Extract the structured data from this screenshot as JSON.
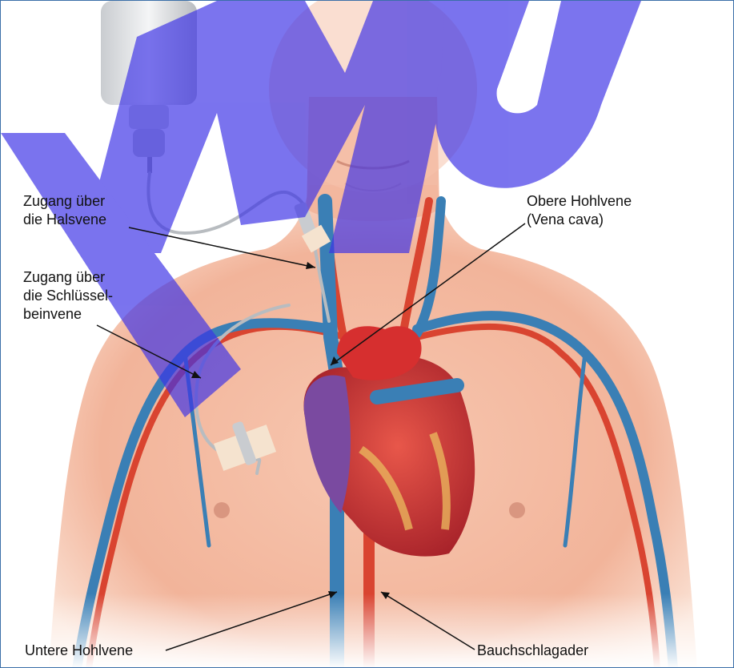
{
  "labels": {
    "jugular_access": [
      "Zugang über",
      "die Halsvene"
    ],
    "subclavian_access": [
      "Zugang über",
      "die Schlüssel-",
      "beinvene"
    ],
    "superior_vena_cava": [
      "Obere Hohlvene",
      "(Vena cava)"
    ],
    "inferior_vena_cava": "Untere Hohlvene",
    "abdominal_aorta": "Bauchschlagader"
  },
  "watermark": "MU",
  "colors": {
    "vein": "#3a7fb5",
    "artery": "#d94430",
    "skin": "#f2b49a",
    "watermark": "#3c32e6",
    "heart": "#c92a2a"
  }
}
